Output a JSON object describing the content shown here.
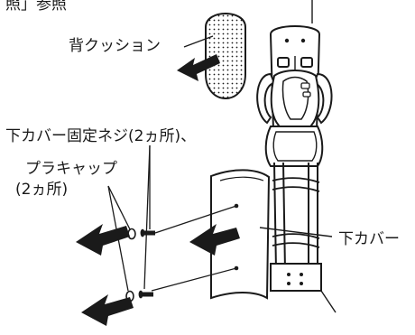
{
  "labels": {
    "top_fragment": "照」参照",
    "back_cushion": "背クッション",
    "screws": "下カバー固定ネジ(2ヵ所)、",
    "cap_name": "プラキャップ",
    "cap_count": "(2ヵ所)",
    "lower_cover": "下カバー"
  },
  "colors": {
    "ink": "#1a1a1a",
    "background": "#ffffff"
  }
}
